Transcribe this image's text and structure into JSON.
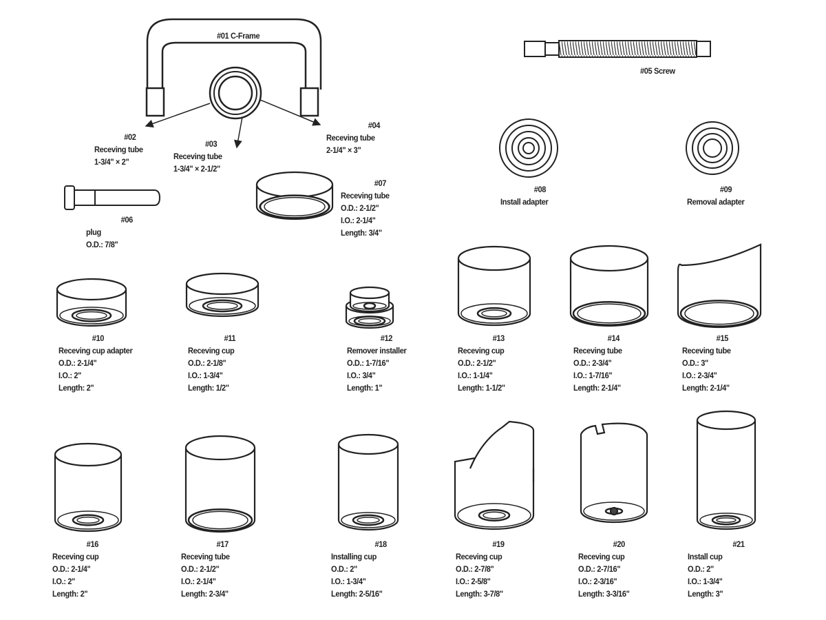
{
  "parts": {
    "p01": {
      "title": "#01 C-Frame"
    },
    "p02": {
      "num": "#02",
      "name": "Receving tube",
      "size": "1-3/4\"  × 2\""
    },
    "p03": {
      "num": "#03",
      "name": "Receving tube",
      "size": "1-3/4\"  × 2-1/2\""
    },
    "p04": {
      "num": "#04",
      "name": "Receving tube",
      "size": "2-1/4\"  × 3\""
    },
    "p05": {
      "title": "#05 Screw"
    },
    "p06": {
      "num": "#06",
      "name": "plug",
      "od": "O.D.: 7/8\""
    },
    "p07": {
      "num": "#07",
      "name": "Receving tube",
      "od": "O.D.: 2-1/2\"",
      "io": "I.O.: 2-1/4\"",
      "length": "Length: 3/4\""
    },
    "p08": {
      "num": "#08",
      "name": "Install adapter"
    },
    "p09": {
      "num": "#09",
      "name": "Removal adapter"
    },
    "p10": {
      "num": "#10",
      "name": "Receving cup adapter",
      "od": "O.D.: 2-1/4\"",
      "io": "I.O.: 2\"",
      "length": "Length: 2\""
    },
    "p11": {
      "num": "#11",
      "name": "Receving cup",
      "od": "O.D.: 2-1/8\"",
      "io": "I.O.: 1-3/4\"",
      "length": "Length: 1/2\""
    },
    "p12": {
      "num": "#12",
      "name": "Remover installer",
      "od": "O.D.: 1-7/16\"",
      "io": "I.O.: 3/4\"",
      "length": "Length: 1\""
    },
    "p13": {
      "num": "#13",
      "name": "Receving cup",
      "od": "O.D.: 2-1/2\"",
      "io": "I.O.: 1-1/4\"",
      "length": "Length: 1-1/2\""
    },
    "p14": {
      "num": "#14",
      "name": "Receving tube",
      "od": "O.D.: 2-3/4\"",
      "io": "I.O.: 1-7/16\"",
      "length": "Length: 2-1/4\""
    },
    "p15": {
      "num": "#15",
      "name": "Receving tube",
      "od": "O.D.: 3\"",
      "io": "I.O.: 2-3/4\"",
      "length": "Length: 2-1/4\""
    },
    "p16": {
      "num": "#16",
      "name": "Receving cup",
      "od": "O.D.: 2-1/4\"",
      "io": "I.O.: 2\"",
      "length": "Length: 2\""
    },
    "p17": {
      "num": "#17",
      "name": "Receving tube",
      "od": "O.D.: 2-1/2\"",
      "io": "I.O.: 2-1/4\"",
      "length": "Length: 2-3/4\""
    },
    "p18": {
      "num": "#18",
      "name": "Installing cup",
      "od": "O.D.: 2\"",
      "io": "I.O.: 1-3/4\"",
      "length": "Length: 2-5/16\""
    },
    "p19": {
      "num": "#19",
      "name": "Receving cup",
      "od": "O.D.: 2-7/8\"",
      "io": "I.O.: 2-5/8\"",
      "length": "Length: 3-7/8\""
    },
    "p20": {
      "num": "#20",
      "name": "Receving cup",
      "od": "O.D.: 2-7/16\"",
      "io": "I.O.: 2-3/16\"",
      "length": "Length: 3-3/16\""
    },
    "p21": {
      "num": "#21",
      "name": "Install cup",
      "od": "O.D.: 2\"",
      "io": "I.O.:  1-3/4\"",
      "length": "Length: 3\""
    }
  }
}
